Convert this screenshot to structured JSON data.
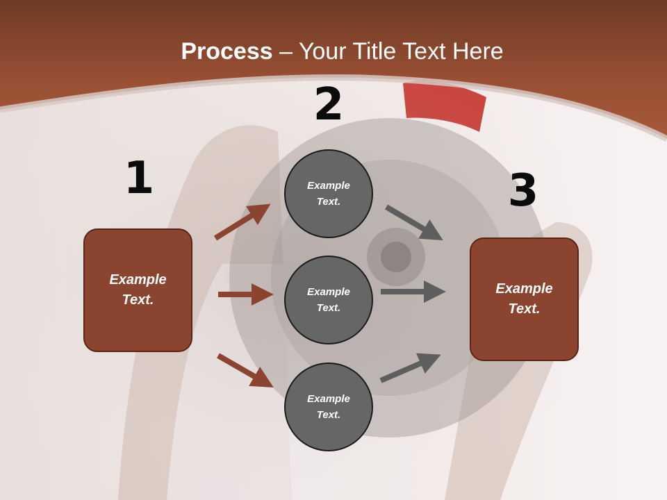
{
  "title": {
    "bold": "Process",
    "rest": " – Your Title Text Here"
  },
  "steps": [
    {
      "number": "1",
      "box_text": "Example Text."
    },
    {
      "number": "2"
    },
    {
      "number": "3",
      "box_text": "Example Text."
    }
  ],
  "circles": [
    {
      "text": "Example Text."
    },
    {
      "text": "Example Text."
    },
    {
      "text": "Example Text."
    }
  ],
  "colors": {
    "header": "#8f4a2e",
    "box_fill": "#8a4430",
    "circle_fill": "#666666",
    "arrow_left": "#8a4430",
    "arrow_right": "#5e5e5e"
  }
}
